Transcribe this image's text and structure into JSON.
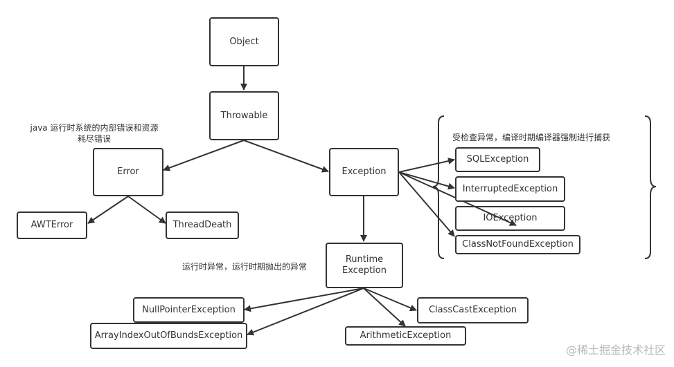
{
  "nodes": {
    "object": "Object",
    "throwable": "Throwable",
    "error": "Error",
    "exception": "Exception",
    "awterror": "AWTError",
    "threaddeath": "ThreadDeath",
    "runtime": "Runtime\nException",
    "sql": "SQLException",
    "interrupted": "InterruptedException",
    "io": "IOException",
    "classnotfound": "ClassNotFoundException",
    "nullpointer": "NullPointerException",
    "arrayindex": "ArrayIndexOutOfBundsException",
    "classcast": "ClassCastException",
    "arithmetic": "ArithmeticException"
  },
  "labels": {
    "error_note": "java 运行时系统的内部错误和资源\n耗尽错误",
    "checked_note": "受检查异常，编译时期编译器强制进行捕获",
    "runtime_note": "运行时异常，运行时期抛出的异常"
  },
  "watermark": "@稀土掘金技术社区"
}
